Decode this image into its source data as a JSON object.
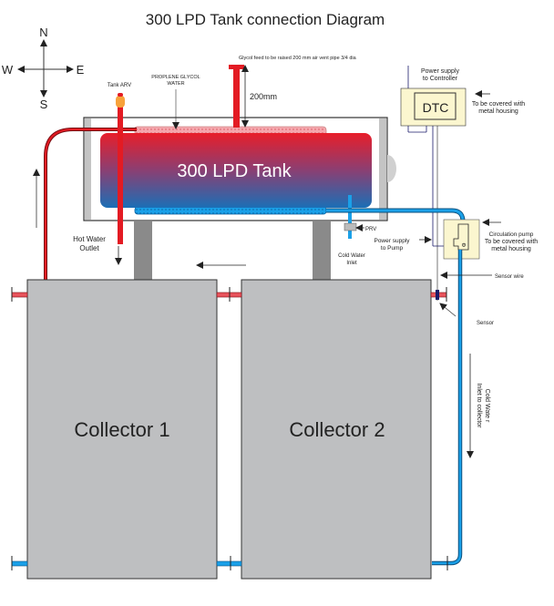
{
  "title": "300 LPD Tank connection Diagram",
  "compass": {
    "north": "N",
    "south": "S",
    "east": "E",
    "west": "W"
  },
  "tank": {
    "label": "300 LPD Tank",
    "arv_label": "Tank ARV",
    "glycol_label_line1": "PROPLENE GLYCOL",
    "glycol_label_line2": "WATER",
    "glycol_feed_note": "Glycol feed to be raised 200 mm air vent pipe 3/4 dia",
    "dimension_label": "200mm",
    "hot_water_line1": "Hot Water",
    "hot_water_line2": "Outlet",
    "cold_water_line1": "Cold Water",
    "cold_water_line2": "Inlet",
    "prv_label": "PRV"
  },
  "controller": {
    "label": "DTC",
    "power_line1": "Power supply",
    "power_line2": "to Controller",
    "housing_line1": "To be covered with",
    "housing_line2": "metal housing"
  },
  "pump": {
    "symbol": "Φ",
    "title": "Circulation pump",
    "housing_line1": "To be covered with",
    "housing_line2": "metal housing",
    "power_line1": "Power supply",
    "power_line2": "to Pump"
  },
  "sensor": {
    "wire_label": "Sensor wire",
    "label": "Sensor"
  },
  "collectors": [
    {
      "label": "Collector 1"
    },
    {
      "label": "Collector 2"
    }
  ],
  "cold_inlet_note_line1": "Cold Wate r",
  "cold_inlet_note_line2": "Inlet to collector",
  "colors": {
    "hot_pipe": "#e31b23",
    "dark_red_pipe": "#b0101a",
    "cold_pipe": "#1b8fd0",
    "collector": "#bebfc1",
    "housing": "#fbf6cf",
    "glycol_top": "#f4a4aa",
    "glycol_bottom": "#1aa0e8"
  }
}
